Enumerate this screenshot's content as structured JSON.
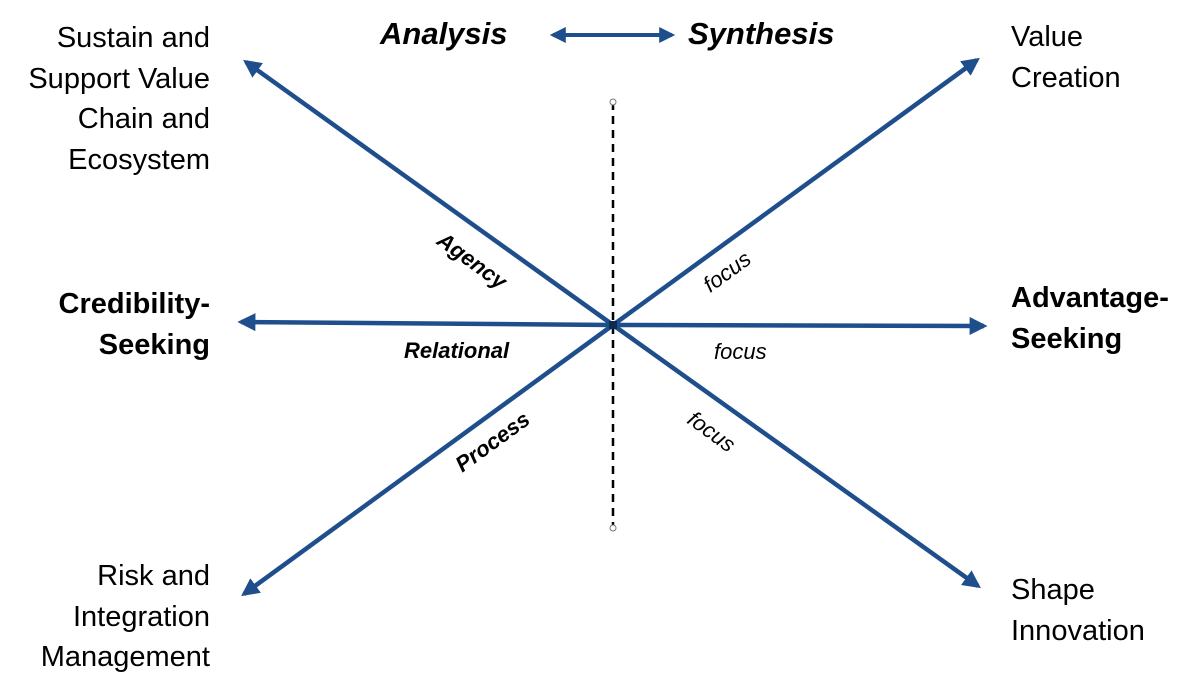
{
  "header": {
    "left": "Analysis",
    "right": "Synthesis"
  },
  "corners": {
    "top_left": [
      "Sustain and",
      "Support Value",
      "Chain and",
      "Ecosystem"
    ],
    "top_right": [
      "Value",
      "Creation"
    ],
    "bottom_left": [
      "Risk and",
      "Integration",
      "Management"
    ],
    "bottom_right": [
      "Shape",
      "Innovation"
    ]
  },
  "sides": {
    "left": [
      "Credibility-",
      "Seeking"
    ],
    "right": [
      "Advantage-",
      "Seeking"
    ]
  },
  "axis_labels": {
    "agency": "Agency",
    "relational": "Relational",
    "process": "Process",
    "focus_up": "focus",
    "focus_mid": "focus",
    "focus_down": "focus"
  },
  "colors": {
    "arrow": "#1F4E8C",
    "divider": "#000000",
    "text": "#000000"
  }
}
